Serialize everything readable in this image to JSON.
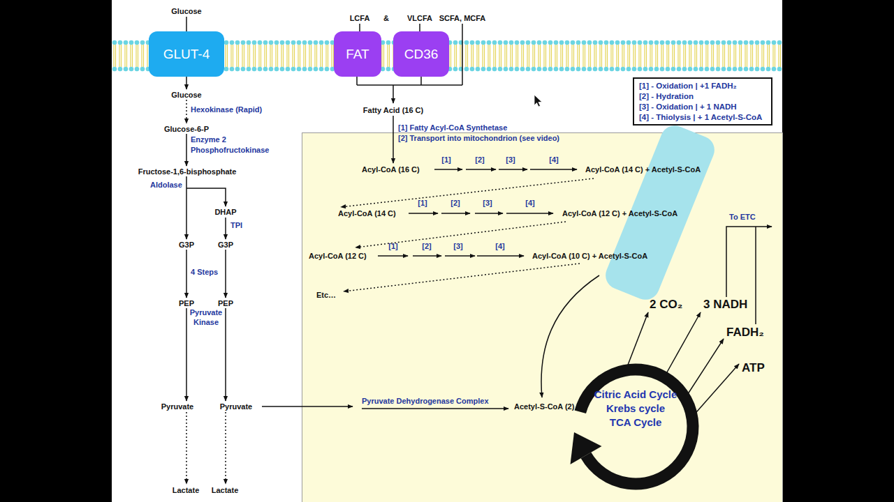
{
  "diagram": {
    "nodes": [
      {
        "text": [
          "GLUT-4"
        ]
      },
      {
        "text": [
          "FAT"
        ]
      },
      {
        "text": [
          "CD36"
        ]
      },
      {
        "text": [
          "[1] - Oxidation | +1 FADH₂",
          "[2] - Hydration",
          "[3] - Oxidation | + 1 NADH",
          "[4] - Thiolysis | + 1 Acetyl-S-CoA"
        ]
      },
      {
        "text": [
          "Citric Acid Cycle",
          "Krebs cycle",
          "TCA Cycle"
        ]
      }
    ],
    "labels": [
      "Glucose",
      "LCFA",
      "&",
      "VLCFA",
      "SCFA, MCFA",
      "Glucose",
      "Fatty Acid (16 C)",
      "Hexokinase (Rapid)",
      "[1] Fatty Acyl-CoA Synthetase",
      "Glucose-6-P",
      "[2] Transport into mitochondrion (see video)",
      "Enzyme 2",
      "Phosphofructokinase",
      "[1]",
      "[2]",
      "[3]",
      "[4]",
      "Acyl-CoA (16 C)",
      "Acyl-CoA (14 C) + Acetyl-S-CoA",
      "Fructose-1,6-bisphosphate",
      "Aldolase",
      "[1]",
      "[2]",
      "[3]",
      "[4]",
      "DHAP",
      "Acyl-CoA (14 C)",
      "Acyl-CoA (12 C) + Acetyl-S-CoA",
      "To ETC",
      "TPI",
      "G3P",
      "G3P",
      "[1]",
      "[2]",
      "[3]",
      "[4]",
      "Acyl-CoA (12 C)",
      "Acyl-CoA (10 C) + Acetyl-S-CoA",
      "4 Steps",
      "Etc…",
      "2 CO₂",
      "3 NADH",
      "PEP",
      "PEP",
      "Pyruvate Kinase",
      "FADH₂",
      "ATP",
      "Pyruvate Dehydrogenase Complex",
      "Pyruvate",
      "Pyruvate",
      "Acetyl-S-CoA (2)",
      "Lactate",
      "Lactate"
    ]
  }
}
